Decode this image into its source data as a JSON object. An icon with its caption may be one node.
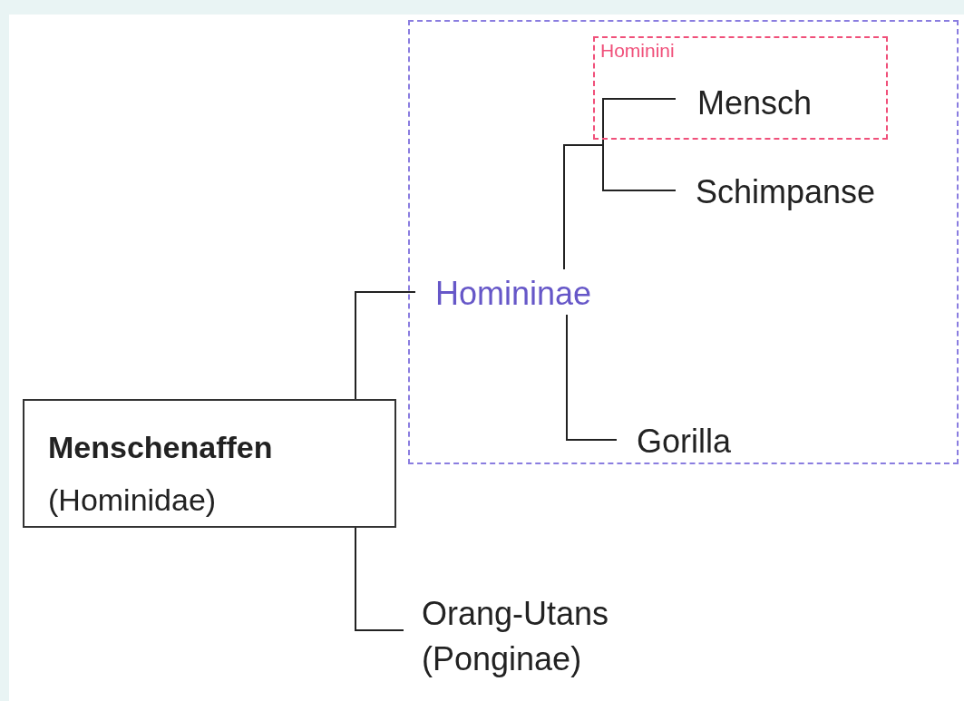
{
  "diagram": {
    "nodes": [
      {
        "text": [
          "Menschenaffen",
          "(Hominidae)"
        ]
      },
      {
        "text": [],
        "shape": "box"
      },
      {
        "text": [
          "Homininae"
        ],
        "in": 1
      },
      {
        "text": [
          "Hominini"
        ],
        "in": 1
      },
      {
        "text": [
          "Mensch"
        ],
        "in": 3
      },
      {
        "text": [
          "Schimpanse"
        ],
        "in": 1
      },
      {
        "text": [
          "Gorilla"
        ],
        "in": 1
      },
      {
        "text": [
          "Orang-Utans (Ponginae)"
        ]
      }
    ],
    "edges": [
      {
        "from": 0,
        "to": 2,
        "arrow": "none"
      },
      {
        "from": 0,
        "to": 7,
        "arrow": "none"
      },
      {
        "from": 2,
        "to": 4,
        "arrow": "none"
      },
      {
        "from": 2,
        "to": 5,
        "arrow": "none"
      },
      {
        "from": 2,
        "to": 6,
        "arrow": "none"
      }
    ]
  }
}
